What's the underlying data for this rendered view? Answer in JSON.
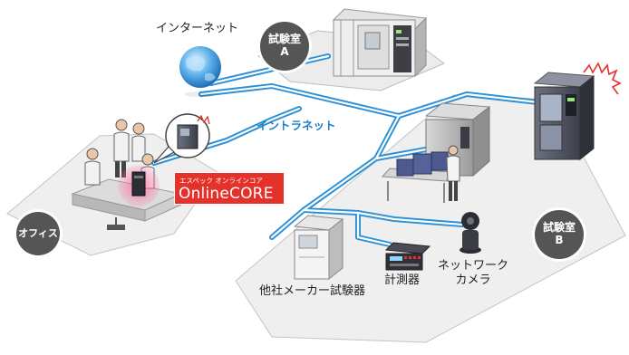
{
  "labels": {
    "internet": "インターネット",
    "intranet": "イントラネット",
    "network_camera_line1": "ネットワーク",
    "network_camera_line2": "カメラ",
    "measuring_instrument": "計測器",
    "other_maker_equipment": "他社メーカー試験器"
  },
  "rooms": {
    "room_a_line1": "試験室",
    "room_a_line2": "A",
    "room_b_line1": "試験室",
    "room_b_line2": "B",
    "office": "オフィス"
  },
  "online_core": {
    "caption": "エスペック オンラインコア",
    "logo": "OnlineCORE"
  },
  "colors": {
    "network_line": "#2a8fd6",
    "platform": "#ececec",
    "badge": "#555555",
    "online_core": "#e4322b",
    "alert": "#e4322b"
  }
}
